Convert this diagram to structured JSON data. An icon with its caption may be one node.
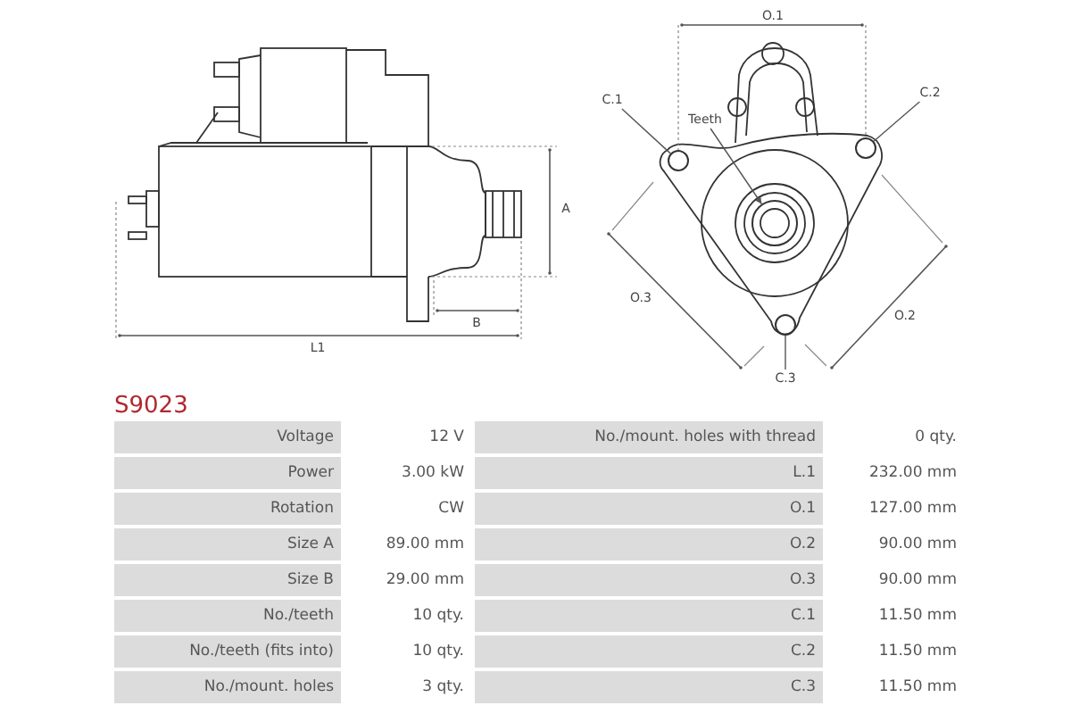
{
  "diagram": {
    "title": "S9023",
    "nodes": [
      {
        "text": [
          "C.1"
        ]
      },
      {
        "text": [],
        "shape": "circle"
      },
      {
        "text": [
          "C.2"
        ]
      },
      {
        "text": [],
        "shape": "circle"
      },
      {
        "text": [
          "C.3"
        ]
      },
      {
        "text": [],
        "shape": "circle"
      },
      {
        "text": [
          "Teeth"
        ]
      },
      {
        "text": [],
        "shape": "circle"
      }
    ],
    "edges": [
      {
        "from": 0,
        "to": 1,
        "arrow": "none"
      },
      {
        "from": 2,
        "to": 3,
        "arrow": "none"
      },
      {
        "from": 4,
        "to": 5,
        "arrow": "none"
      },
      {
        "from": 6,
        "to": 7,
        "arrow": "to"
      }
    ],
    "labels": [
      "A",
      "B",
      "L1",
      "O.1",
      "O.3",
      "O.2",
      "Voltage",
      "12 V",
      "No./mount. holes with thread",
      "0 qty.",
      "Power",
      "3.00 kW",
      "L.1",
      "232.00 mm",
      "Rotation",
      "CW",
      "O.1",
      "127.00 mm",
      "Size A",
      "89.00 mm",
      "O.2",
      "90.00 mm",
      "Size B",
      "29.00 mm",
      "O.3",
      "90.00 mm",
      "No./teeth",
      "10 qty.",
      "C.1",
      "11.50 mm",
      "No./teeth (fits into)",
      "10 qty.",
      "C.2",
      "11.50 mm",
      "No./mount. holes",
      "3 qty.",
      "C.3",
      "11.50 mm"
    ]
  }
}
